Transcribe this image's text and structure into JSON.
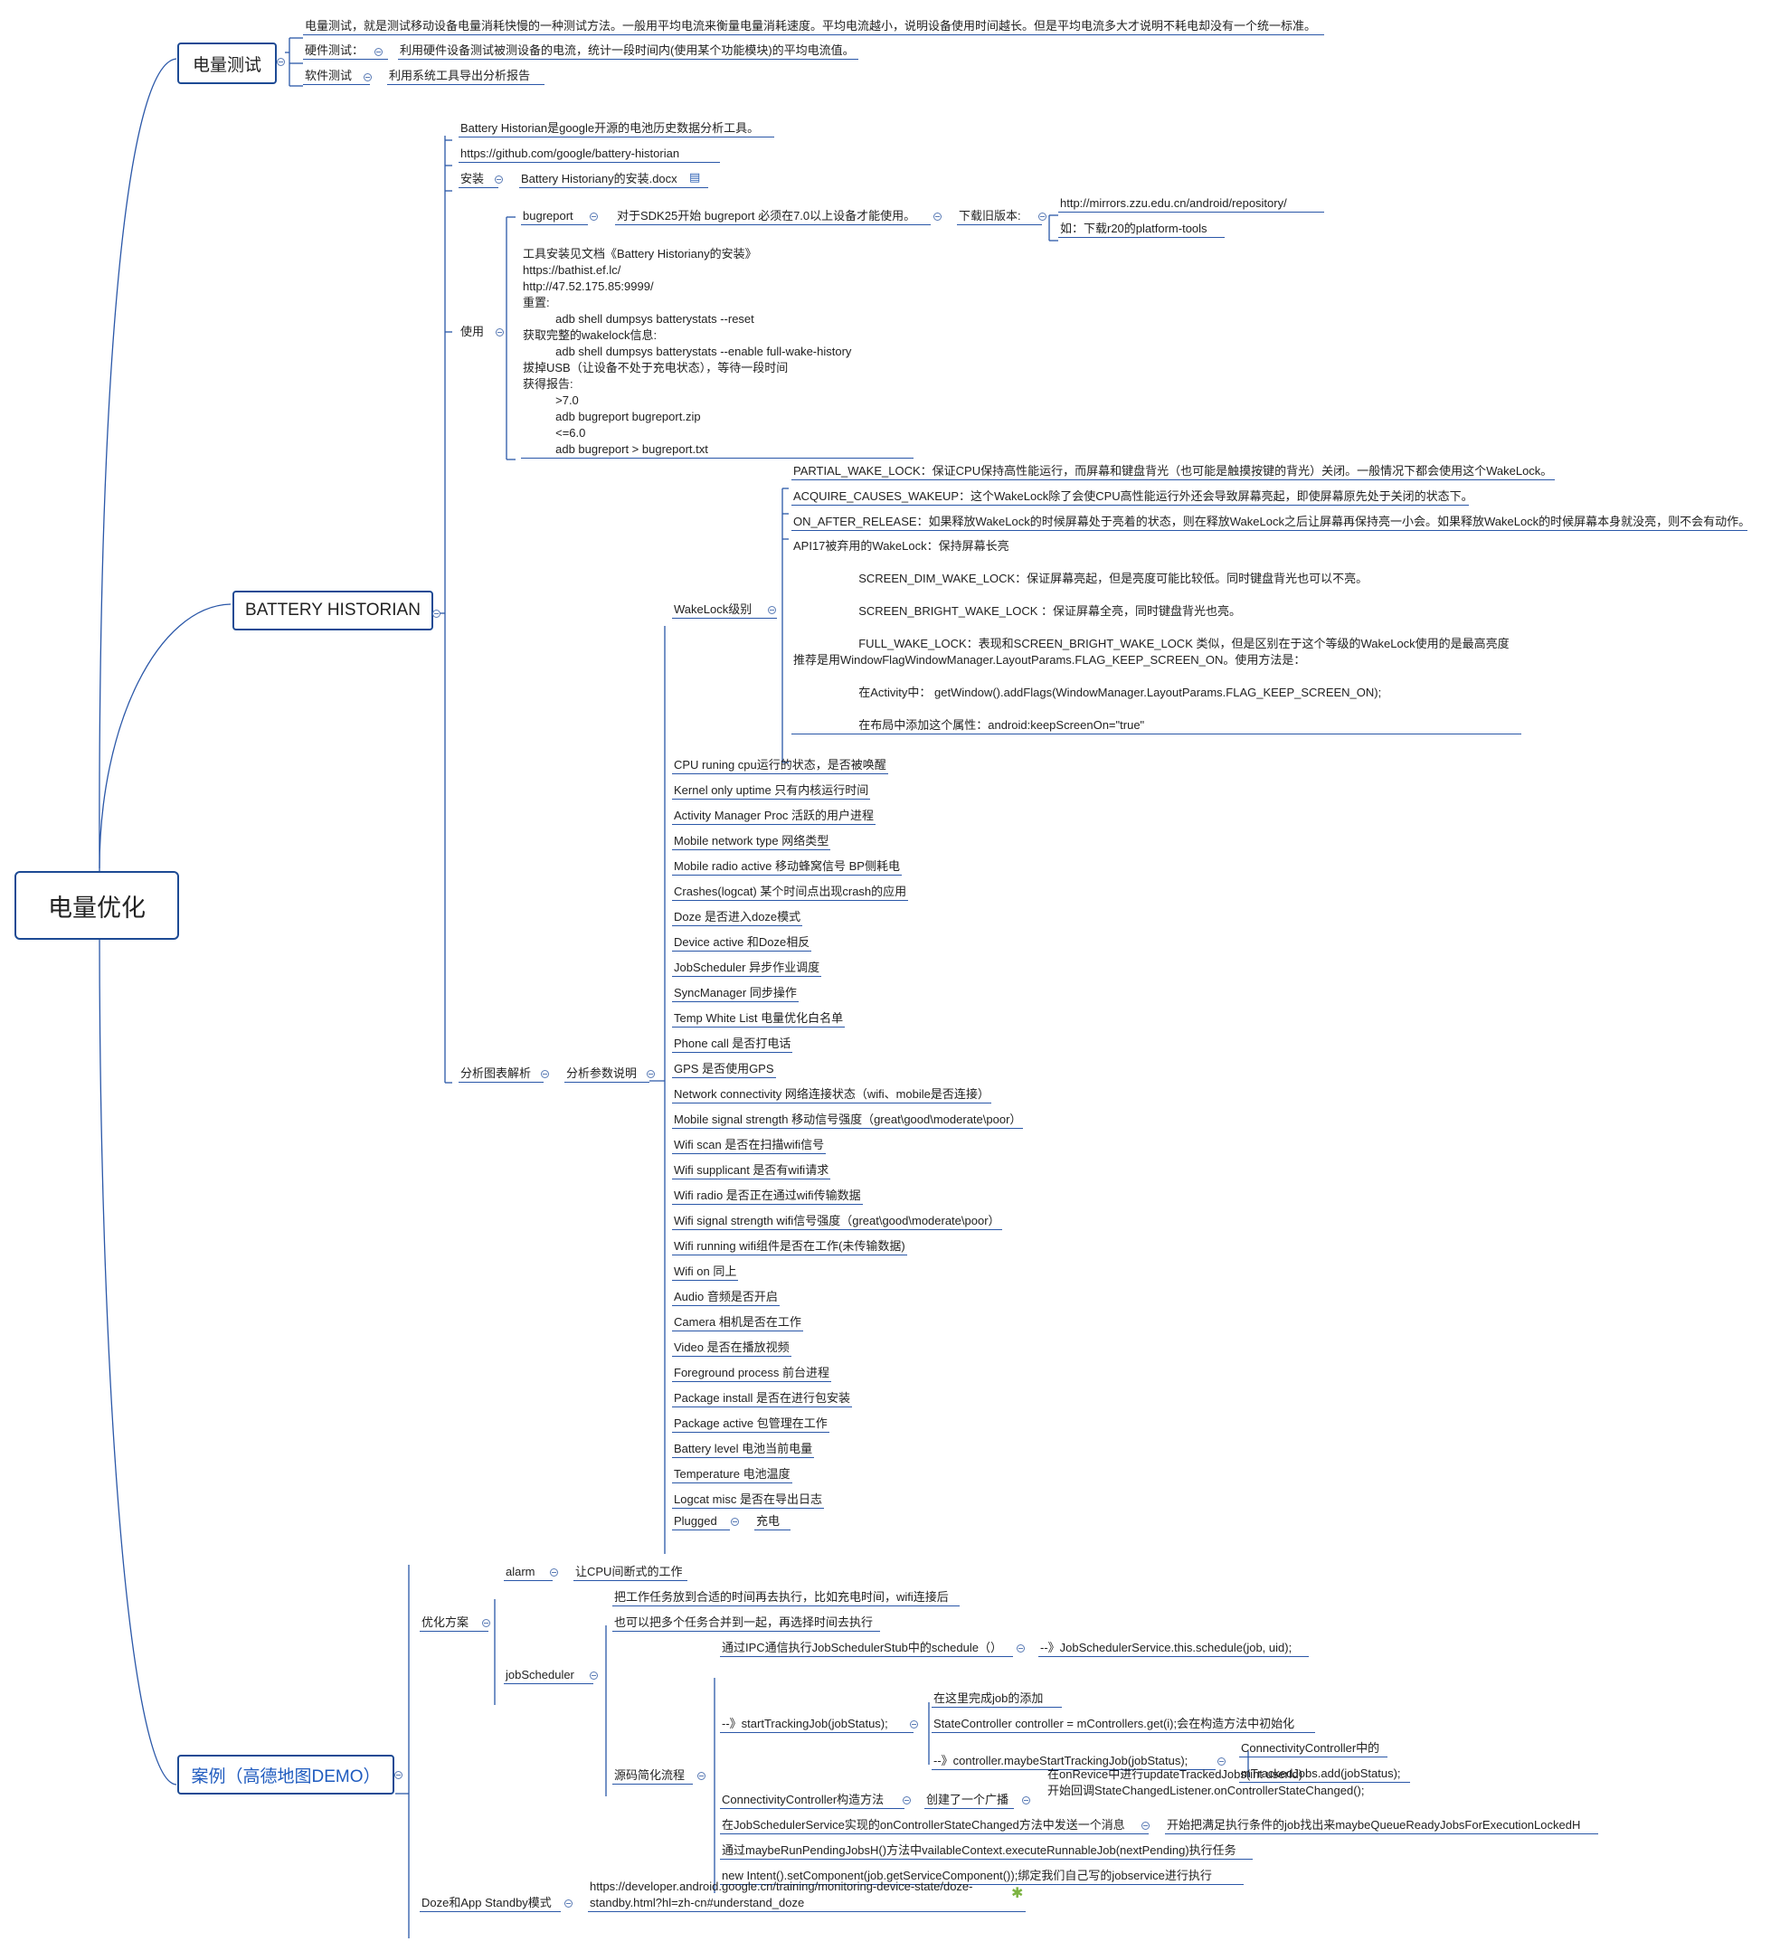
{
  "root": "电量优化",
  "battery_test": {
    "title": "电量测试",
    "desc": "电量测试，就是测试移动设备电量消耗快慢的一种测试方法。一般用平均电流来衡量电量消耗速度。平均电流越小，说明设备使用时间越长。但是平均电流多大才说明不耗电却没有一个统一标准。",
    "hw_label": "硬件测试：",
    "hw_desc": "利用硬件设备测试被测设备的电流，统计一段时间内(使用某个功能模块)的平均电流值。",
    "sw_label": "软件测试",
    "sw_desc": "利用系统工具导出分析报告"
  },
  "bh": {
    "title": "BATTERY HISTORIAN",
    "intro": "Battery Historian是google开源的电池历史数据分析工具。",
    "github": "https://github.com/google/battery-historian",
    "install_label": "安装",
    "install_doc": "Battery Historiany的安装.docx",
    "use_label": "使用",
    "bugreport_label": "bugreport",
    "bugreport_desc": "对于SDK25开始 bugreport 必须在7.0以上设备才能使用。",
    "download_label": "下载旧版本:",
    "mirror_url": "http://mirrors.zzu.edu.cn/android/repository/",
    "mirror_example": "如：下载r20的platform-tools",
    "usage_text": "工具安装见文档《Battery Historiany的安装》\nhttps://bathist.ef.lc/\nhttp://47.52.175.85:9999/\n重置:\n          adb shell dumpsys batterystats --reset\n获取完整的wakelock信息:\n          adb shell dumpsys batterystats --enable full-wake-history\n拔掉USB（让设备不处于充电状态），等待一段时间\n获得报告:\n          >7.0\n          adb bugreport bugreport.zip\n          <=6.0\n          adb bugreport > bugreport.txt",
    "chart_label": "分析图表解析",
    "params_label": "分析参数说明",
    "wakelock_label": "WakeLock级别",
    "wl1": "PARTIAL_WAKE_LOCK：保证CPU保持高性能运行，而屏幕和键盘背光（也可能是触摸按键的背光）关闭。一般情况下都会使用这个WakeLock。",
    "wl2": "ACQUIRE_CAUSES_WAKEUP：这个WakeLock除了会使CPU高性能运行外还会导致屏幕亮起，即使屏幕原先处于关闭的状态下。",
    "wl3": "ON_AFTER_RELEASE：如果释放WakeLock的时候屏幕处于亮着的状态，则在释放WakeLock之后让屏幕再保持亮一小会。如果释放WakeLock的时候屏幕本身就没亮，则不会有动作。",
    "wl4": "API17被弃用的WakeLock：保持屏幕长亮\n\n                    SCREEN_DIM_WAKE_LOCK：保证屏幕亮起，但是亮度可能比较低。同时键盘背光也可以不亮。\n\n                    SCREEN_BRIGHT_WAKE_LOCK ：保证屏幕全亮，同时键盘背光也亮。\n\n                    FULL_WAKE_LOCK：表现和SCREEN_BRIGHT_WAKE_LOCK 类似，但是区别在于这个等级的WakeLock使用的是最高亮度\n推荐是用WindowFlagWindowManager.LayoutParams.FLAG_KEEP_SCREEN_ON。使用方法是：\n\n                    在Activity中： getWindow().addFlags(WindowManager.LayoutParams.FLAG_KEEP_SCREEN_ON);\n\n                    在布局中添加这个属性：android:keepScreenOn=\"true\"",
    "params": [
      "CPU runing       cpu运行的状态，是否被唤醒",
      "Kernel only uptime      只有内核运行时间",
      "Activity Manager Proc  活跃的用户进程",
      "Mobile network type    网络类型",
      "Mobile radio active       移动蜂窝信号 BP侧耗电",
      "Crashes(logcat) 某个时间点出现crash的应用",
      "Doze      是否进入doze模式",
      "Device active     和Doze相反",
      "JobScheduler    异步作业调度",
      "SyncManager   同步操作",
      "Temp White List             电量优化白名单",
      "Phone call           是否打电话",
      "GPS       是否使用GPS",
      "Network connectivity   网络连接状态（wifi、mobile是否连接）",
      "Mobile signal strength  移动信号强度（great\\good\\moderate\\poor）",
      "Wifi scan             是否在扫描wifi信号",
      "Wifi supplicant  是否有wifi请求",
      "Wifi radio            是否正在通过wifi传输数据",
      "Wifi signal strength        wifi信号强度（great\\good\\moderate\\poor）",
      "Wifi running       wifi组件是否在工作(未传输数据)",
      "Wifi on  同上",
      "Audio    音频是否开启",
      "Camera              相机是否在工作",
      "Video     是否在播放视频",
      "Foreground process     前台进程",
      "Package install  是否在进行包安装",
      "Package active  包管理在工作",
      "Battery level      电池当前电量",
      "Temperature      电池温度",
      "Logcat misc        是否在导出日志"
    ],
    "plugged_label": "Plugged",
    "plugged_desc": "充电"
  },
  "case": {
    "title": "案例（高德地图DEMO）",
    "opt_label": "优化方案",
    "alarm_label": "alarm",
    "alarm_desc": "让CPU间断式的工作",
    "js_label": "jobScheduler",
    "js1": "把工作任务放到合适的时间再去执行，比如充电时间，wifi连接后",
    "js2": "也可以把多个任务合并到一起，再选择时间去执行",
    "flow_label": "源码简化流程",
    "f1a": "通过IPC通信执行JobSchedulerStub中的schedule（）",
    "f1b": "--》JobSchedulerService.this.schedule(job, uid);",
    "f2": "--》startTrackingJob(jobStatus);",
    "f2a": "在这里完成job的添加",
    "f2b": "StateController controller = mControllers.get(i);会在构造方法中初始化",
    "f2c": "--》controller.maybeStartTrackingJob(jobStatus);",
    "f2c1": "ConnectivityController中的",
    "f2c2": "mTrackedJobs.add(jobStatus);",
    "f3": "ConnectivityController构造方法",
    "f3a": "创建了一个广播",
    "f3b": "在onRevice中进行updateTrackedJobs(int userId)\n开始回调StateChangedListener.onControllerStateChanged();",
    "f4a": "在JobSchedulerService实现的onControllerStateChanged方法中发送一个消息",
    "f4b": "开始把满足执行条件的job找出来maybeQueueReadyJobsForExecutionLockedH",
    "f5": "通过maybeRunPendingJobsH()方法中vailableContext.executeRunnableJob(nextPending)执行任务",
    "f6": "new Intent().setComponent(job.getServiceComponent());绑定我们自己写的jobservice进行执行",
    "doze_label": "Doze和App Standby模式",
    "doze_url": "https://developer.android.google.cn/training/monitoring-device-state/doze-\nstandby.html?hl=zh-cn#understand_doze"
  },
  "colors": {
    "line": "#2a57a8",
    "box": "#1d4a94",
    "accent": "#1f5bbf"
  },
  "icons": {
    "word_doc": "word-doc-icon",
    "android": "android-icon"
  }
}
